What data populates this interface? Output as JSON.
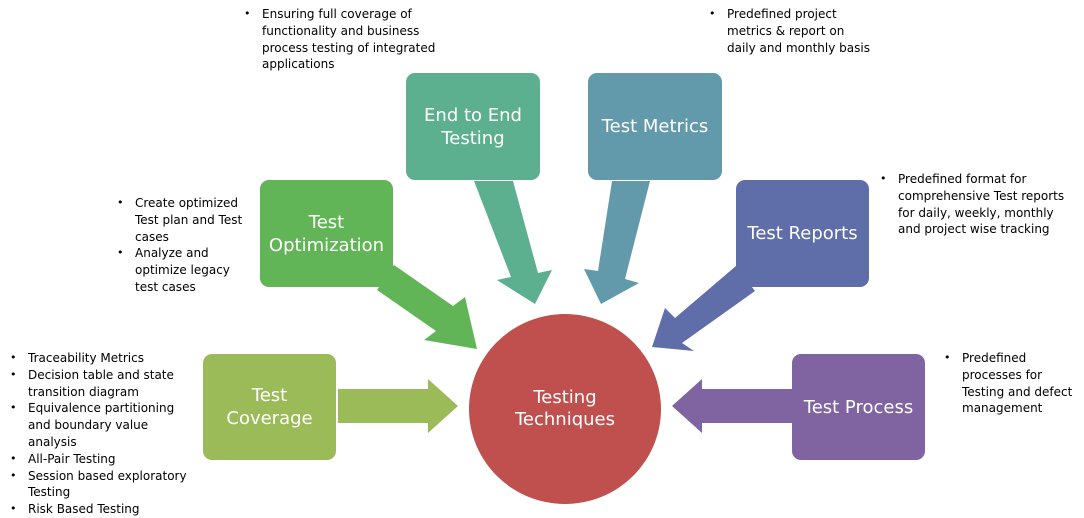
{
  "center": {
    "label_line1": "Testing",
    "label_line2": "Techniques",
    "color": "#c0504d"
  },
  "nodes": {
    "end_to_end": {
      "line1": "End to End",
      "line2": "Testing",
      "color": "#5cb08f"
    },
    "metrics": {
      "label": "Test Metrics",
      "color": "#629aab"
    },
    "optimization": {
      "line1": "Test",
      "line2": "Optimization",
      "color": "#62b557"
    },
    "reports": {
      "label": "Test Reports",
      "color": "#5f6ea8"
    },
    "coverage": {
      "label": "Test Coverage",
      "color": "#9bbb59"
    },
    "process": {
      "label": "Test Process",
      "color": "#8064a2"
    }
  },
  "notes": {
    "end_to_end": [
      "Ensuring full coverage of functionality and business process testing of integrated applications"
    ],
    "metrics": [
      "Predefined project metrics & report on daily and monthly basis"
    ],
    "optimization": [
      "Create optimized Test plan and Test cases",
      "Analyze and optimize legacy test cases"
    ],
    "reports": [
      "Predefined format for comprehensive Test reports for daily, weekly, monthly and project wise tracking"
    ],
    "coverage": [
      "Traceability Metrics",
      "Decision table and state transition diagram",
      "Equivalence partitioning and boundary value analysis",
      "All-Pair Testing",
      "Session based exploratory Testing",
      "Risk Based Testing"
    ],
    "process": [
      "Predefined processes for Testing and defect management"
    ]
  }
}
